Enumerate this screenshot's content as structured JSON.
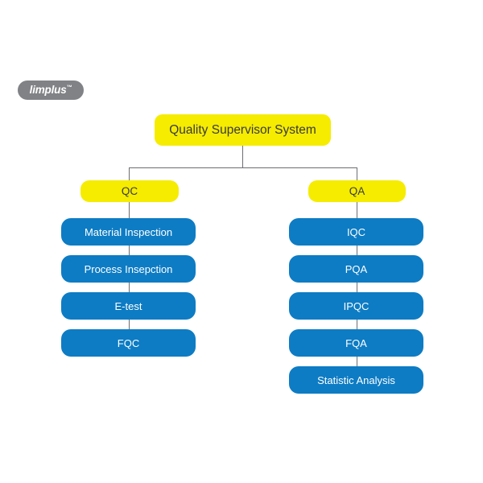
{
  "brand": {
    "name": "limplus",
    "trademark": "™",
    "pill_color": "#808285",
    "text_color": "#ffffff"
  },
  "chart_data": {
    "type": "diagram",
    "diagram_kind": "organizational-tree",
    "title": "Quality Supervisor System",
    "background": "#ffffff",
    "colors": {
      "root_fill": "#f5ec00",
      "root_text": "#3a3a3a",
      "group_fill": "#f5ec00",
      "group_text": "#3a3a3a",
      "leaf_fill": "#0d7cc4",
      "leaf_text": "#ffffff",
      "connector": "#6d6e71"
    },
    "root": {
      "label": "Quality Supervisor System"
    },
    "branches": [
      {
        "label": "QC",
        "children": [
          "Material Inspection",
          "Process Insepction",
          "E-test",
          "FQC"
        ]
      },
      {
        "label": "QA",
        "children": [
          "IQC",
          "PQA",
          "IPQC",
          "FQA",
          "Statistic Analysis"
        ]
      }
    ]
  }
}
